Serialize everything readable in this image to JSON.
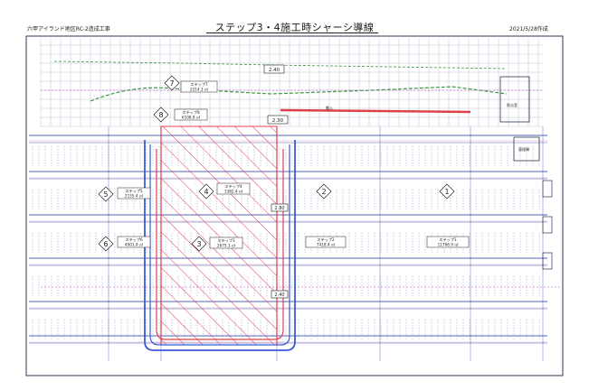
{
  "header": {
    "project": "六甲アイランド地区RC-2造成工事",
    "title": "ステップ3・4施工時シャーシ導線",
    "date": "2021/5/28作成"
  },
  "dimensions": {
    "top": "2.40",
    "upper": "2.30",
    "right1": "2.80",
    "right2": "2.40"
  },
  "steps": [
    {
      "id": "step-7",
      "number": "7",
      "label": "ステップ7",
      "area": "2214.3 ㎡"
    },
    {
      "id": "step-8",
      "number": "8",
      "label": "ステップ8",
      "area": "6108.8 ㎡"
    },
    {
      "id": "step-5",
      "number": "5",
      "label": "ステップ5",
      "area": "2155.4 ㎡"
    },
    {
      "id": "step-4",
      "number": "4",
      "label": "ステップ4",
      "area": "3382.4 ㎡"
    },
    {
      "id": "step-6",
      "number": "6",
      "label": "ステップ6",
      "area": "4001.9 ㎡"
    },
    {
      "id": "step-3",
      "number": "3",
      "label": "ステップ3",
      "area": "2675.3 ㎡"
    },
    {
      "id": "step-2",
      "number": "2",
      "label": "ステップ2",
      "area": "7418.4 ㎡"
    },
    {
      "id": "step-1",
      "number": "1",
      "label": "ステップ1",
      "area": "11766.9 ㎡"
    }
  ],
  "annotations": {
    "facility": "防災室",
    "facility2": "管理棟",
    "route_label": "搬入"
  },
  "colors": {
    "route_red": "#e0404a",
    "route_blue": "#3b5bd6",
    "grid_blue": "#2a3aa8",
    "green": "#3a9a3a",
    "magenta": "#c040c0",
    "frame": "#2b3550"
  }
}
